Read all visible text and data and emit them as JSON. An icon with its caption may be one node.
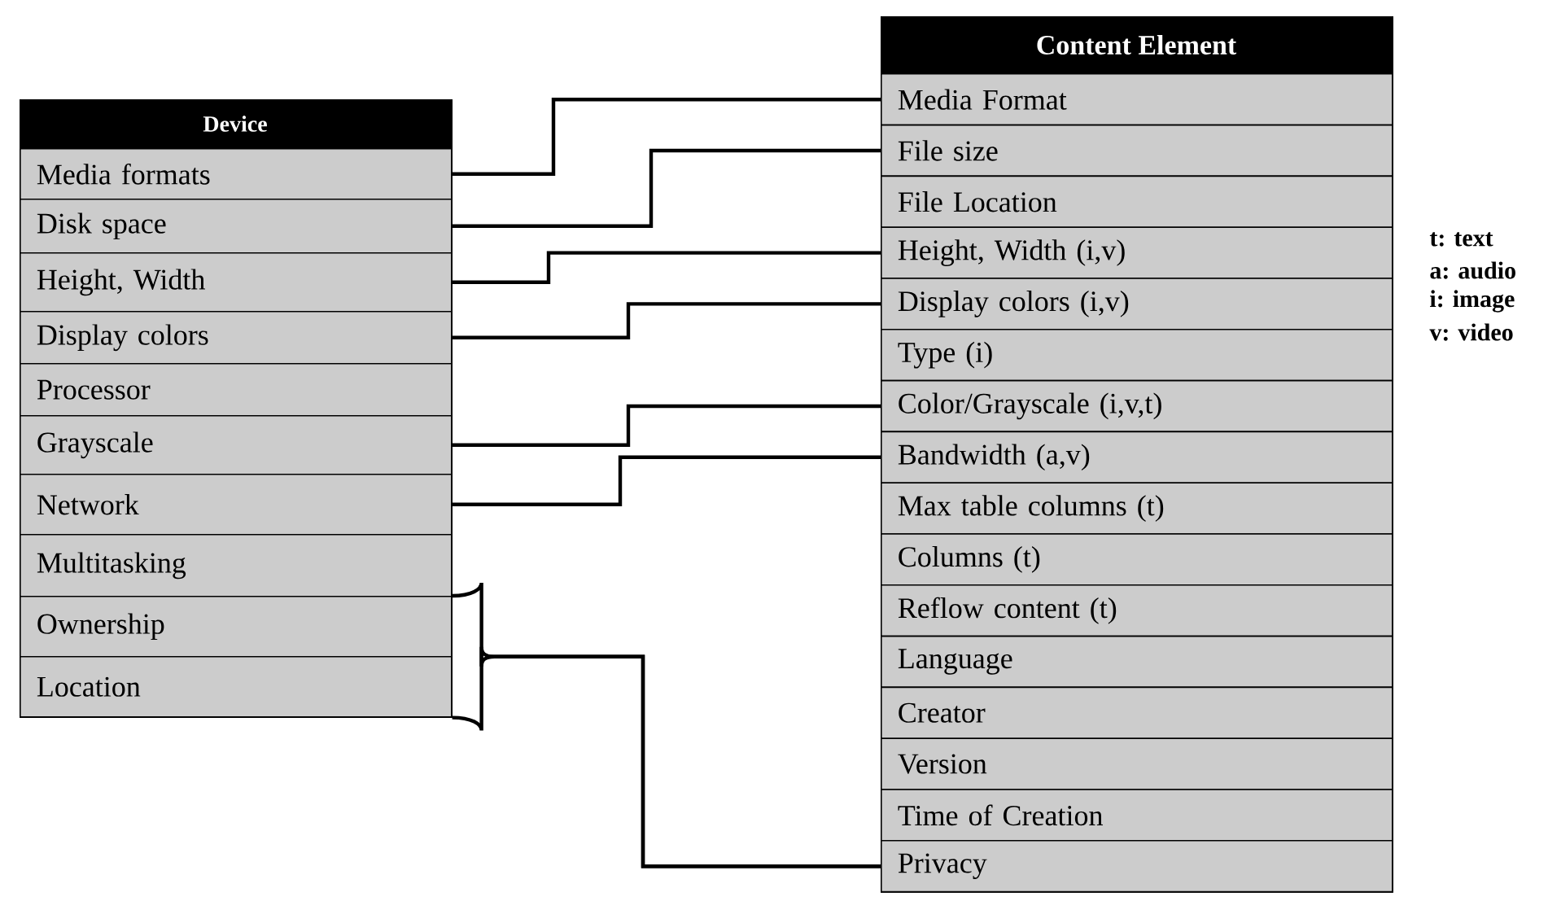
{
  "diagram": {
    "nodes": [
      {
        "text": [
          "Device"
        ]
      },
      {
        "text": [
          "Media formats"
        ],
        "in": 0
      },
      {
        "text": [
          "Disk space"
        ],
        "in": 0
      },
      {
        "text": [
          "Height, Width"
        ],
        "in": 0
      },
      {
        "text": [
          "Display colors"
        ],
        "in": 0
      },
      {
        "text": [
          "Processor"
        ],
        "in": 0
      },
      {
        "text": [
          "Grayscale"
        ],
        "in": 0
      },
      {
        "text": [
          "Network"
        ],
        "in": 0
      },
      {
        "text": [
          "Multitasking"
        ],
        "in": 0
      },
      {
        "text": [
          "Ownership"
        ],
        "in": 0
      },
      {
        "text": [
          "Location"
        ],
        "in": 0
      },
      {
        "text": [
          "Content Element"
        ]
      },
      {
        "text": [
          "Media Format"
        ],
        "in": 11
      },
      {
        "text": [
          "File size"
        ],
        "in": 11
      },
      {
        "text": [
          "File Location"
        ],
        "in": 11
      },
      {
        "text": [
          "Height, Width (i,v)"
        ],
        "in": 11
      },
      {
        "text": [
          "Display colors (i,v)"
        ],
        "in": 11
      },
      {
        "text": [
          "Type (i)"
        ],
        "in": 11
      },
      {
        "text": [
          "Color/Grayscale (i,v,t)"
        ],
        "in": 11
      },
      {
        "text": [
          "Bandwidth (a,v)"
        ],
        "in": 11
      },
      {
        "text": [
          "Max table columns (t)"
        ],
        "in": 11
      },
      {
        "text": [
          "Columns (t)"
        ],
        "in": 11
      },
      {
        "text": [
          "Reflow content (t)"
        ],
        "in": 11
      },
      {
        "text": [
          "Language"
        ],
        "in": 11
      },
      {
        "text": [
          "Creator"
        ],
        "in": 11
      },
      {
        "text": [
          "Version"
        ],
        "in": 11
      },
      {
        "text": [
          "Time of Creation"
        ],
        "in": 11
      },
      {
        "text": [
          "Privacy"
        ],
        "in": 11
      }
    ],
    "edges": [
      {
        "from": 1,
        "to": 12,
        "arrow": "none"
      },
      {
        "from": 2,
        "to": 13,
        "arrow": "none"
      },
      {
        "from": 3,
        "to": 15,
        "arrow": "none"
      },
      {
        "from": 4,
        "to": 16,
        "arrow": "none"
      },
      {
        "from": 6,
        "to": 18,
        "arrow": "none"
      },
      {
        "from": 7,
        "to": 19,
        "arrow": "none"
      },
      {
        "from": 9,
        "to": 27,
        "arrow": "none"
      },
      {
        "from": 10,
        "to": 27,
        "arrow": "none"
      }
    ],
    "labels": [
      "t: text",
      "a: audio",
      "i: image",
      "v: video"
    ]
  }
}
